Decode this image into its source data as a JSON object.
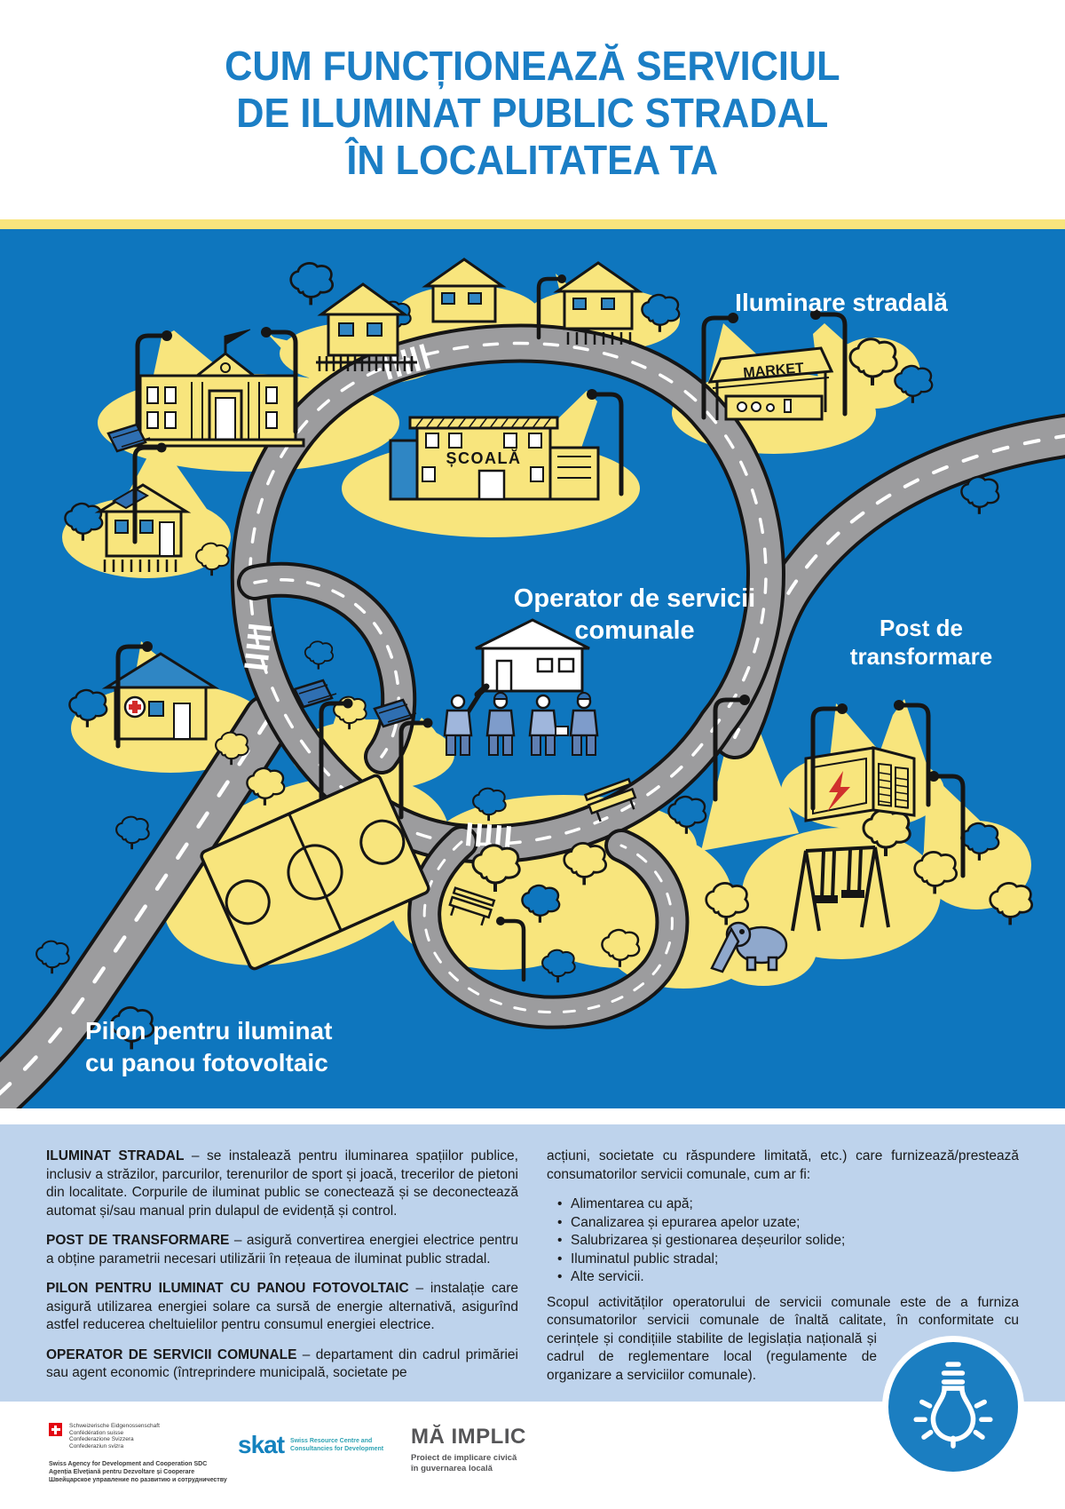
{
  "title": {
    "line1": "CUM FUNCȚIONEAZĂ SERVICIUL",
    "line2": "DE ILUMINAT PUBLIC STRADAL",
    "line3": "ÎN LOCALITATEA TA"
  },
  "illustration": {
    "labels": {
      "street_lighting": "Iluminare stradală",
      "operator_line1": "Operator de servicii",
      "operator_line2": "comunale",
      "transformer_line1": "Post de",
      "transformer_line2": "transformare",
      "pylon_line1": "Pilon pentru iluminat",
      "pylon_line2": "cu panou fotovoltaic",
      "school_sign": "ȘCOALĂ",
      "market_sign": "MARKET"
    },
    "colors": {
      "background": "#0E76BE",
      "light_pool": "#F8E57D",
      "road": "#9C9C9E",
      "outline": "#151515"
    }
  },
  "body": {
    "left": [
      {
        "lead": "ILUMINAT STRADAL",
        "text": " – se instalează pentru iluminarea spațiilor publice, inclusiv a străzilor, parcurilor, terenurilor de sport și joacă, trecerilor de pietoni din localitate. Corpurile de iluminat public se conectează și se deconectează automat și/sau manual prin dulapul de evidență și control."
      },
      {
        "lead": "POST DE TRANSFORMARE",
        "text": " – asigură convertirea energiei electrice pentru a obține parametrii necesari utilizării în rețeaua de iluminat public stradal."
      },
      {
        "lead": "PILON PENTRU ILUMINAT CU PANOU FOTOVOLTAIC",
        "text": " – instalație care asigură utilizarea energiei solare ca sursă de energie alternativă, asigurînd astfel reducerea cheltuielilor pentru consumul energiei electrice."
      },
      {
        "lead": "OPERATOR DE SERVICII COMUNALE",
        "text": " – departament din cadrul primăriei sau agent economic (întreprindere municipală, societate pe"
      }
    ],
    "right": {
      "continuation": "acțiuni, societate cu răspundere limitată, etc.) care furnizează/prestează consumatorilor servicii comunale, cum ar fi:",
      "bullets": [
        "Alimentarea cu apă;",
        "Canalizarea și epurarea apelor uzate;",
        "Salubrizarea și gestionarea deșeurilor solide;",
        "Iluminatul public stradal;",
        "Alte servicii."
      ],
      "closing": "Scopul activităților operatorului de servicii comunale este de a furniza consumatorilor servicii comunale de înaltă calitate, în conformitate cu cerințele și condițiile stabilite de legislația națională și cadrul de reglementare local (regulamente de organizare a serviciilor comunale)."
    }
  },
  "footer": {
    "swiss": {
      "lines_confederation": [
        "Schweizerische Eidgenossenschaft",
        "Confédération suisse",
        "Confederazione Svizzera",
        "Confederaziun svizra"
      ],
      "lines_agency": [
        "Swiss Agency for Development and Cooperation SDC",
        "Agenția Elvețiană pentru Dezvoltare și Cooperare",
        "Швейцарское управление по развитию и сотрудничеству"
      ]
    },
    "skat": {
      "name": "skat",
      "tagline_line1": "Swiss Resource Centre and",
      "tagline_line2": "Consultancies for Development"
    },
    "ma_implic": {
      "name": "MĂ IMPLIC",
      "subtitle_line1": "Proiect de implicare civică",
      "subtitle_line2": "în guvernarea locală"
    }
  }
}
